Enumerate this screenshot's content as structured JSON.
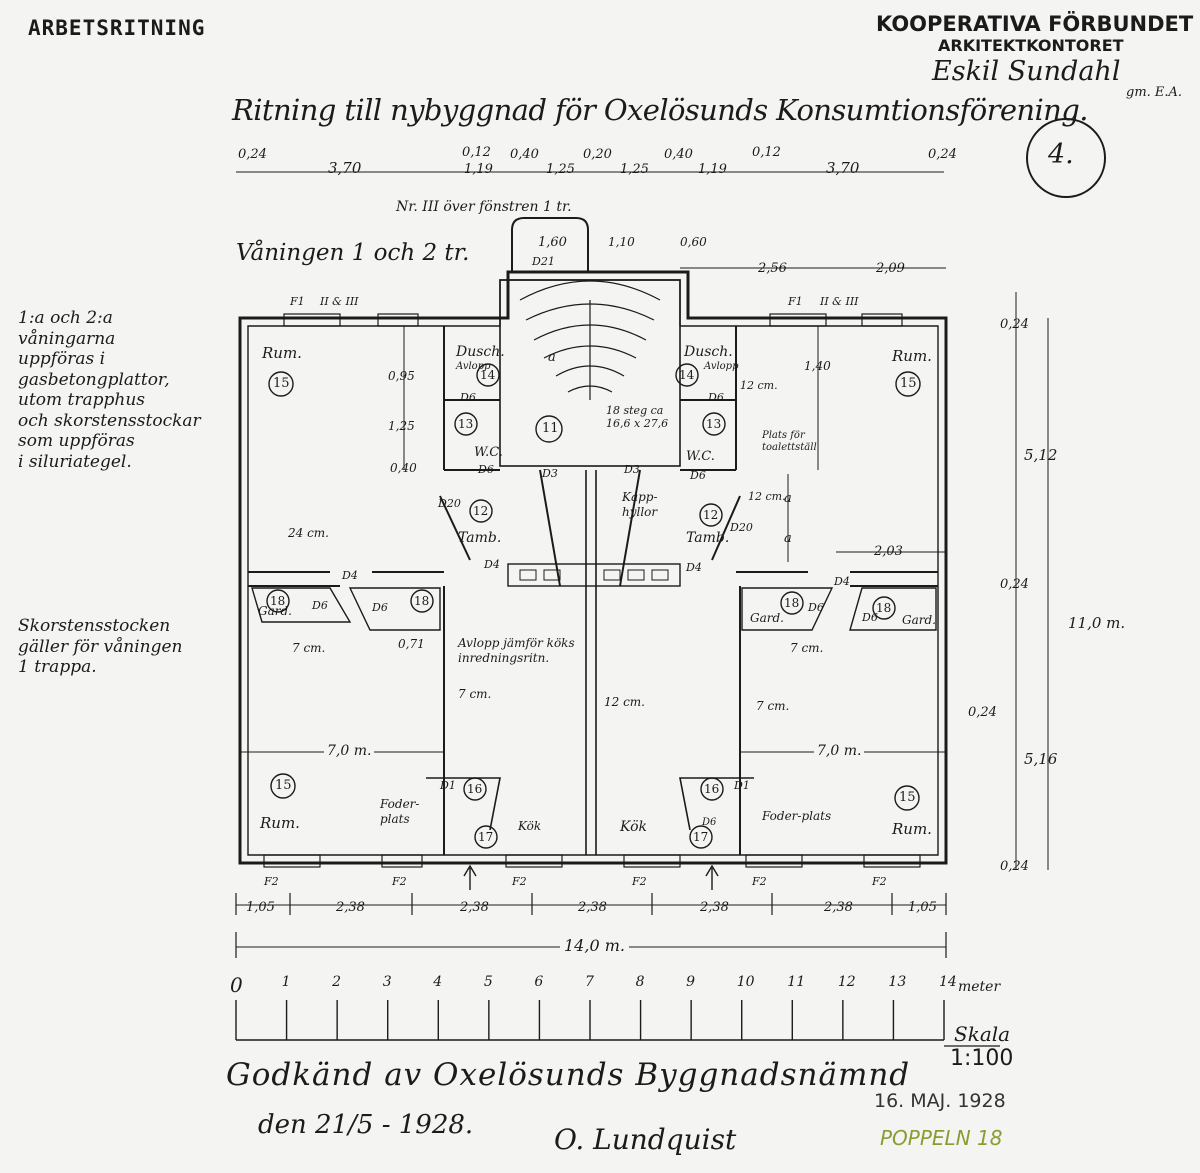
{
  "header": {
    "sheet_type": "ARBETSRITNING",
    "org": "KOOPERATIVA FÖRBUNDET",
    "dept": "ARKITEKTKONTORET",
    "architect_signature": "Eskil Sundahl",
    "architect_note": "gm. E.A.",
    "drawing_number": "4.",
    "title": "Ritning till nybyggnad för Oxelösunds Konsumtionsförening."
  },
  "floor_label": "Våningen 1 och 2 tr.",
  "window_note": "Nr. III över fönstren 1 tr.",
  "notes": {
    "left_top": "1:a och 2:a\nvåningarna\nuppföras i\ngasbetongplattor,\nutom trapphus\noch skorstensstockar\nsom uppföras\ni siluriategel.",
    "left_bottom": "Skorstensstocken\ngäller för våningen\n1 trappa."
  },
  "top_dimensions": [
    "0,24",
    "3,70",
    "0,12",
    "1,19",
    "0,40",
    "1,25",
    "0,20",
    "1,25",
    "0,40",
    "1,19",
    "0,12",
    "3,70",
    "0,24"
  ],
  "right_dimensions": [
    "0,24",
    "5,12",
    "0,24",
    "11,0 m.",
    "0,24",
    "5,16",
    "0,24"
  ],
  "bottom_dimensions": [
    "1,05",
    "2,38",
    "2,38",
    "2,38",
    "2,38",
    "2,38",
    "1,05"
  ],
  "total_width": "14,0 m.",
  "rooms": {
    "rum": "Rum.",
    "dusch": "Dusch.",
    "avlopp": "Avlopp",
    "wc": "W.C.",
    "tamb": "Tamb.",
    "gard": "Gard.",
    "kok": "Kök",
    "kappshyllor": "Kapp-hyllor",
    "fodorplats": "Foder-plats",
    "plats_toalett": "Plats för toalettställ",
    "trapp": "18 steg ca 16,6 x 27,6",
    "avlopp_kok": "Avlopp jämför köks inredningsritn."
  },
  "doors": {
    "D1": "D1",
    "D3": "D3",
    "D4": "D4",
    "D6": "D6",
    "D20": "D20",
    "D21": "D21"
  },
  "windows": {
    "F1": "F1",
    "F2": "F2",
    "win_nr": "II & III"
  },
  "room_numbers": [
    "15",
    "14",
    "13",
    "11",
    "12",
    "18",
    "16",
    "17"
  ],
  "scale": {
    "ticks": [
      "0",
      "1",
      "2",
      "3",
      "4",
      "5",
      "6",
      "7",
      "8",
      "9",
      "10",
      "11",
      "12",
      "13",
      "14"
    ],
    "unit": "meter",
    "label": "Skala",
    "ratio": "1:100"
  },
  "approval": {
    "text": "Godkänd av Oxelösunds Byggnadsnämnd",
    "date": "den 21/5 - 1928.",
    "signature": "O. Lundquist",
    "stamp_date": "16. MAJ. 1928",
    "property": "POPPELN 18"
  },
  "misc_labels": {
    "cm24": "24 cm.",
    "cm7": "7 cm.",
    "cm12": "12 cm.",
    "a": "a",
    "dim_1_60": "1,60",
    "dim_1_10": "1,10",
    "dim_0_60": "0,60",
    "dim_2_56": "2,56",
    "dim_2_09": "2,09",
    "dim_2_03": "2,03",
    "dim_0_95": "0,95",
    "dim_1_25": "1,25",
    "dim_0_40": "0,40",
    "dim_1_40": "1,40",
    "dim_0_71": "0,71",
    "dim_7m": "7,0 m."
  }
}
